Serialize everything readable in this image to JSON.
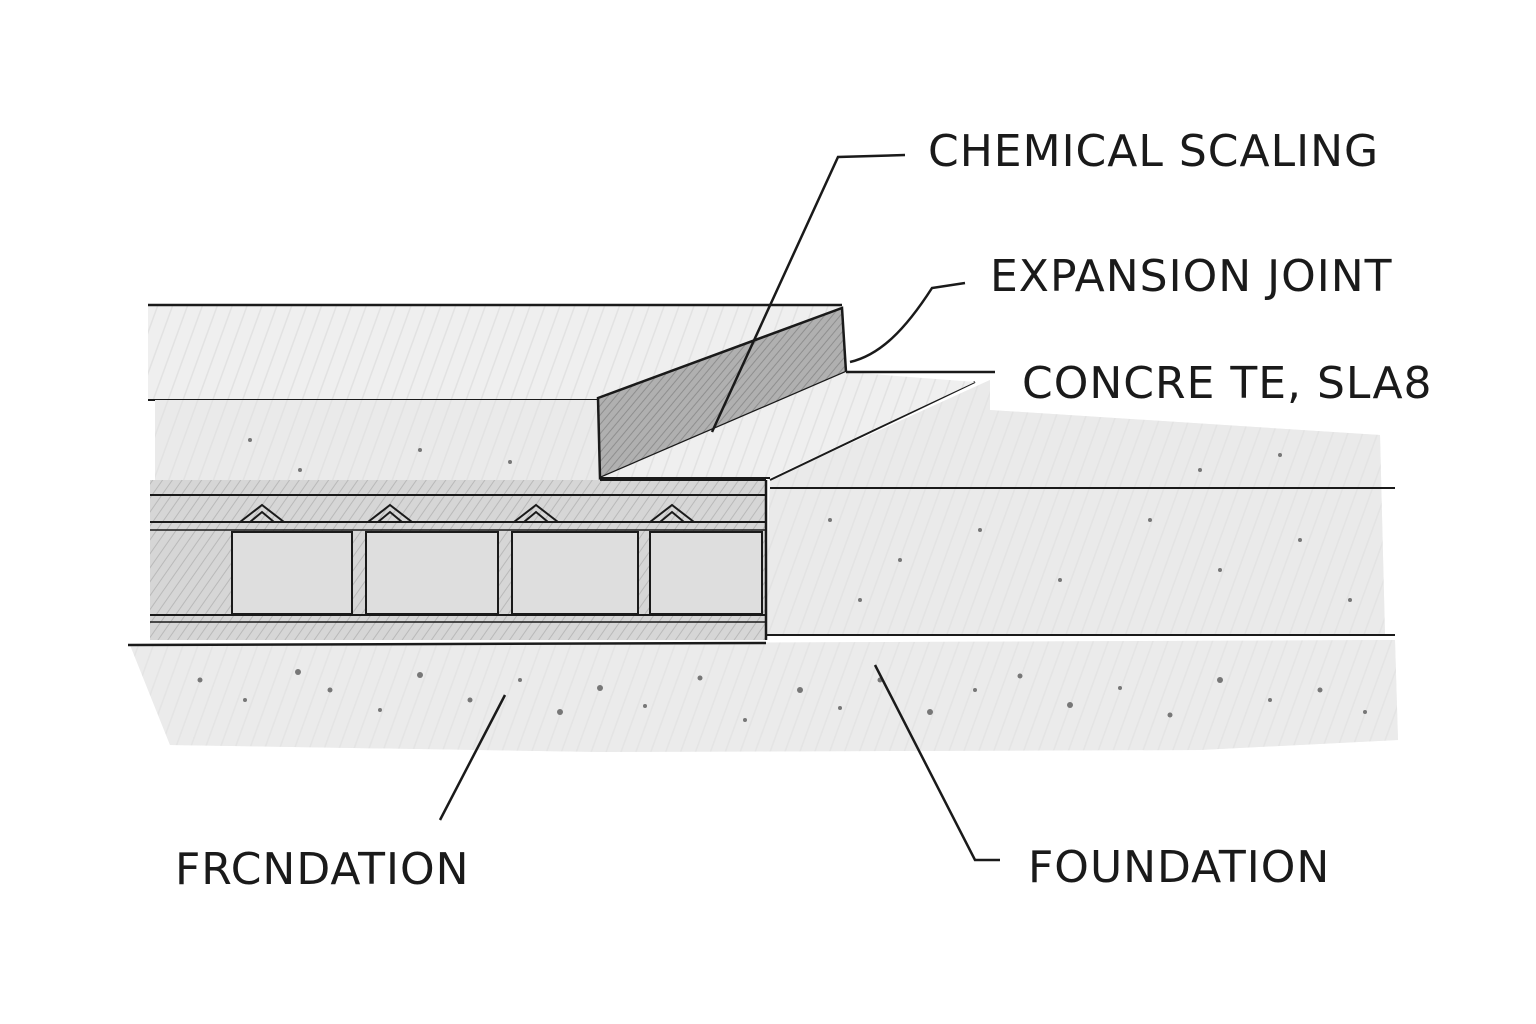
{
  "labels": {
    "chemical_scaling": "CHEMICAL SCALING",
    "expansion_joint": "EXPANSION  JOINT",
    "concrete_slab": "CONCRE TE, SLA8",
    "foundation_left": "FRCNDATION",
    "foundation_right": "FOUNDATION"
  },
  "colors": {
    "ink": "#1a1a1a",
    "concrete_light": "#ebebeb",
    "concrete_mid": "#d9d9d9",
    "concrete_dark": "#a8a8a8",
    "speckle": "#777777"
  }
}
